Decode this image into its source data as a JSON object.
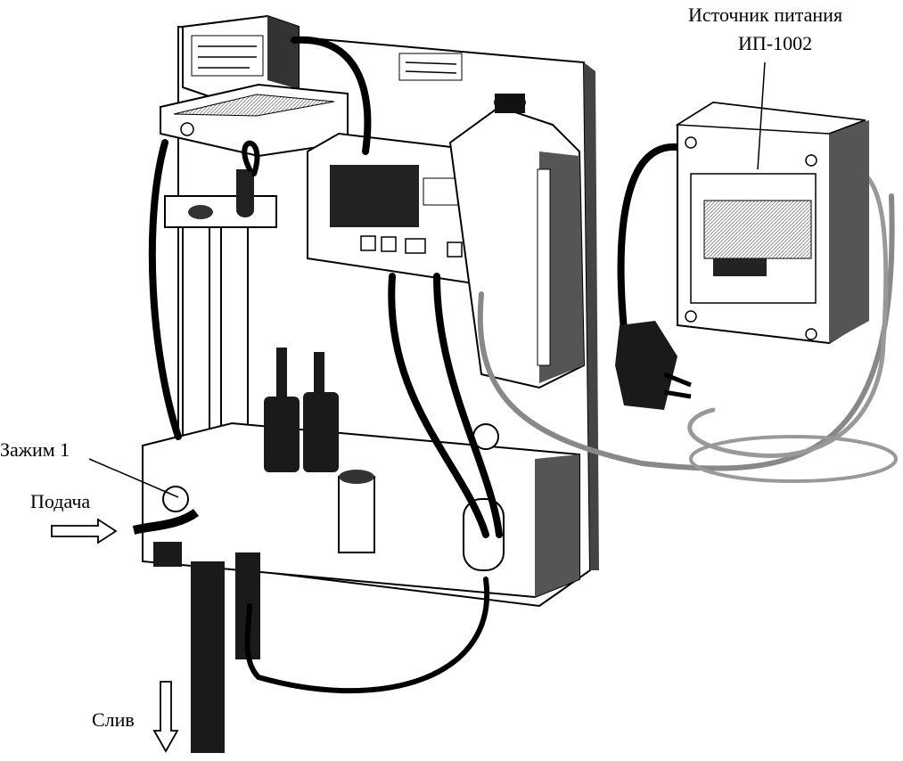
{
  "labels": {
    "power_source_line1": "Источник питания",
    "power_source_line2": "ИП-1002",
    "clamp": "Зажим 1",
    "feed": "Подача",
    "drain": "Слив"
  },
  "colors": {
    "ink": "#000000",
    "paper": "#ffffff",
    "shade": "#8a8a8a",
    "dark": "#1a1a1a"
  }
}
